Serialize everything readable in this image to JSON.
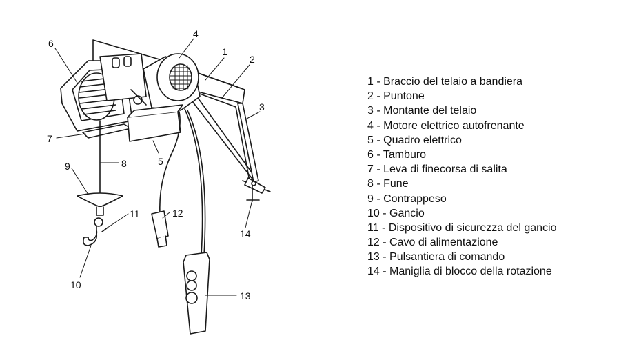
{
  "diagram": {
    "callouts": [
      "1",
      "2",
      "3",
      "4",
      "5",
      "6",
      "7",
      "8",
      "9",
      "10",
      "11",
      "12",
      "13",
      "14"
    ],
    "legend": [
      "1 - Braccio del telaio a bandiera",
      "2 - Puntone",
      "3 - Montante del telaio",
      "4 - Motore elettrico autofrenante",
      "5 - Quadro elettrico",
      "6 - Tamburo",
      "7 - Leva di finecorsa di salita",
      "8 - Fune",
      "9 - Contrappeso",
      "10 - Gancio",
      "11 - Dispositivo di sicurezza del gancio",
      "12 - Cavo di alimentazione",
      "13 - Pulsantiera di comando",
      "14 - Maniglia di blocco della rotazione"
    ]
  }
}
